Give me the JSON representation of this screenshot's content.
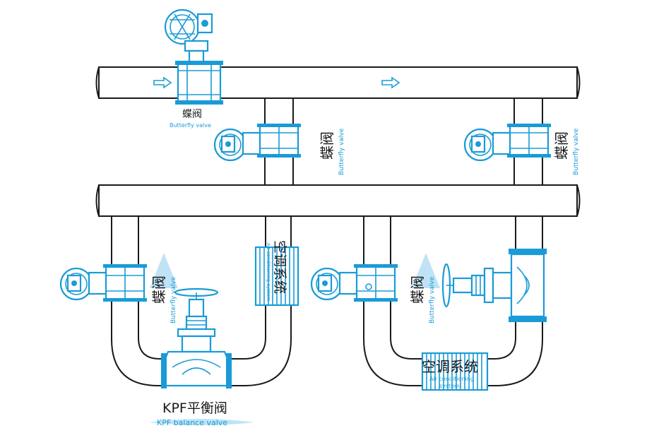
{
  "colors": {
    "valve": "#1a9bd7",
    "pipe": "#1a1a1a",
    "text": "#1a1a1a",
    "glow": "#bfe3f5"
  },
  "labels": {
    "top_valve_cn": "蝶阀",
    "top_valve_en": "Butterfly valve",
    "valve2_cn": "蝶阀",
    "valve2_en": "Butterfly valve",
    "valve3_cn": "蝶阀",
    "valve3_en": "Butterfly valve",
    "valve4_cn": "蝶阀",
    "valve4_en": "Butterfly valve",
    "valve5_cn": "蝶阀",
    "valve5_en": "Butterfly valve",
    "ac1_cn": "空调系统",
    "ac1_en": "Air conditioning system",
    "ac2_cn": "空调系统",
    "ac2_en_1": "Air conditioning",
    "ac2_en_2": "system",
    "kpf_cn": "KPF平衡阀",
    "kpf_en": "KPF balance valve"
  },
  "icons": [
    "flow-arrow-icon",
    "handwheel-icon",
    "actuator-icon"
  ]
}
